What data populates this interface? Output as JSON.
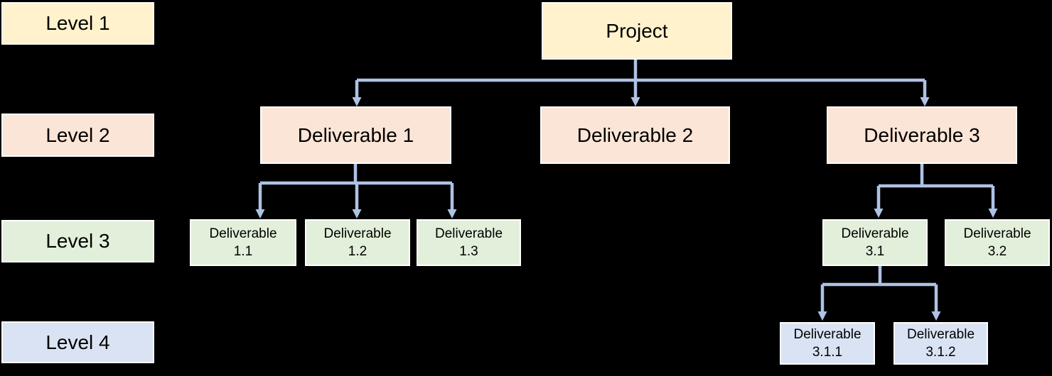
{
  "colors": {
    "background": "#000000",
    "level1_fill": "#FFF2CC",
    "level2_fill": "#FBE5D6",
    "level3_fill": "#E2EFDA",
    "level4_fill": "#DAE3F3",
    "connector": "#AEC2E5",
    "box_border": "#FFFFFF",
    "text": "#000000"
  },
  "legend": {
    "level1": "Level 1",
    "level2": "Level 2",
    "level3": "Level 3",
    "level4": "Level 4"
  },
  "nodes": {
    "project": {
      "label": "Project",
      "level": 1
    },
    "d1": {
      "label": "Deliverable 1",
      "level": 2
    },
    "d2": {
      "label": "Deliverable 2",
      "level": 2
    },
    "d3": {
      "label": "Deliverable 3",
      "level": 2
    },
    "d11": {
      "line1": "Deliverable",
      "line2": "1.1",
      "level": 3
    },
    "d12": {
      "line1": "Deliverable",
      "line2": "1.2",
      "level": 3
    },
    "d13": {
      "line1": "Deliverable",
      "line2": "1.3",
      "level": 3
    },
    "d31": {
      "line1": "Deliverable",
      "line2": "3.1",
      "level": 3
    },
    "d32": {
      "line1": "Deliverable",
      "line2": "3.2",
      "level": 3
    },
    "d311": {
      "line1": "Deliverable",
      "line2": "3.1.1",
      "level": 4
    },
    "d312": {
      "line1": "Deliverable",
      "line2": "3.1.2",
      "level": 4
    }
  },
  "hierarchy": {
    "root": "Project",
    "children": [
      {
        "name": "Deliverable 1",
        "children": [
          "Deliverable 1.1",
          "Deliverable 1.2",
          "Deliverable 1.3"
        ]
      },
      {
        "name": "Deliverable 2",
        "children": []
      },
      {
        "name": "Deliverable 3",
        "children": [
          {
            "name": "Deliverable 3.1",
            "children": [
              "Deliverable 3.1.1",
              "Deliverable 3.1.2"
            ]
          },
          {
            "name": "Deliverable 3.2",
            "children": []
          }
        ]
      }
    ]
  }
}
